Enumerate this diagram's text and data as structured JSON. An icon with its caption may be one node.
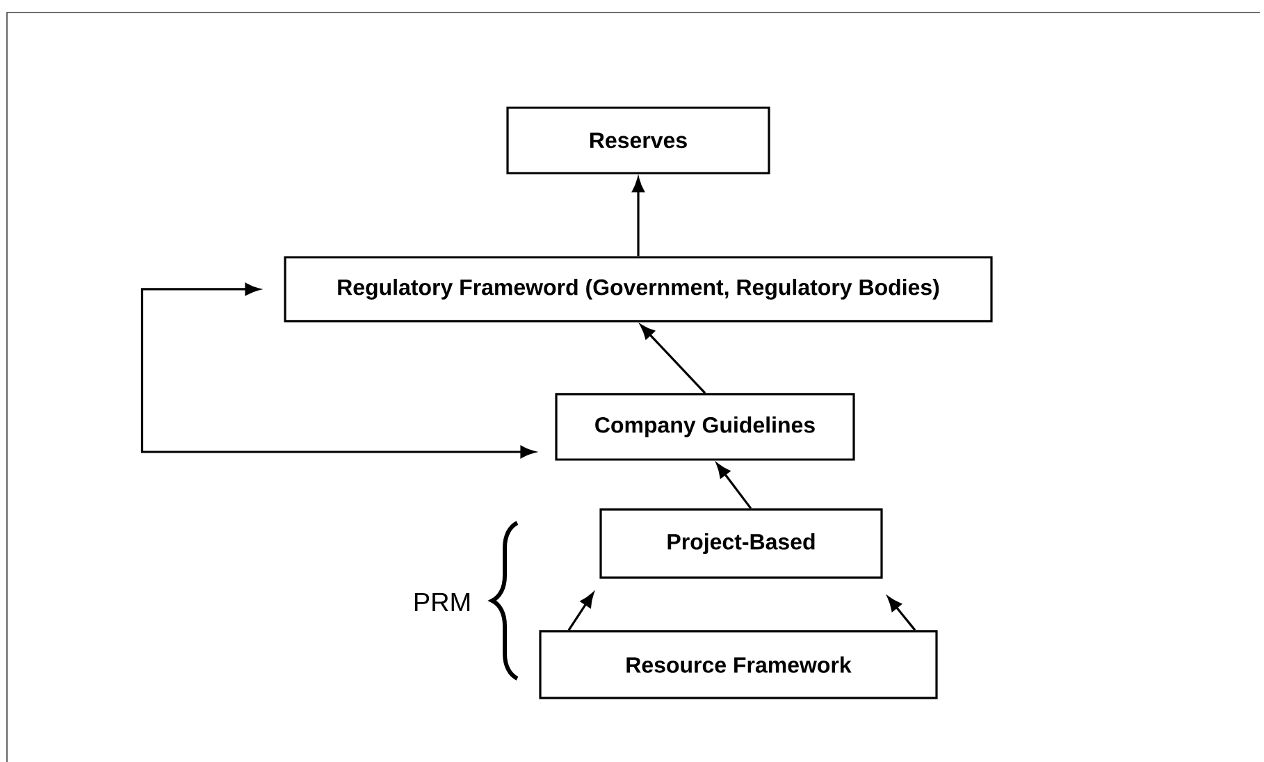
{
  "diagram": {
    "nodes": [
      {
        "text": [
          "Reserves"
        ]
      },
      {
        "text": [
          "Regulatory Frameword (Government, Regulatory Bodies)"
        ]
      },
      {
        "text": [
          "Company Guidelines"
        ]
      },
      {
        "text": [
          "Project-Based"
        ]
      },
      {
        "text": [
          "Resource Framework"
        ]
      }
    ],
    "edges": [
      {
        "from": 1,
        "to": 0,
        "arrow": "to"
      },
      {
        "from": 2,
        "to": 1,
        "arrow": "both"
      },
      {
        "from": 2,
        "to": 1,
        "arrow": "to"
      },
      {
        "from": 3,
        "to": 2,
        "arrow": "to"
      },
      {
        "from": 4,
        "to": 3,
        "arrow": "to"
      },
      {
        "from": 4,
        "to": 3,
        "arrow": "to"
      }
    ],
    "labels": [
      "PRM"
    ]
  }
}
